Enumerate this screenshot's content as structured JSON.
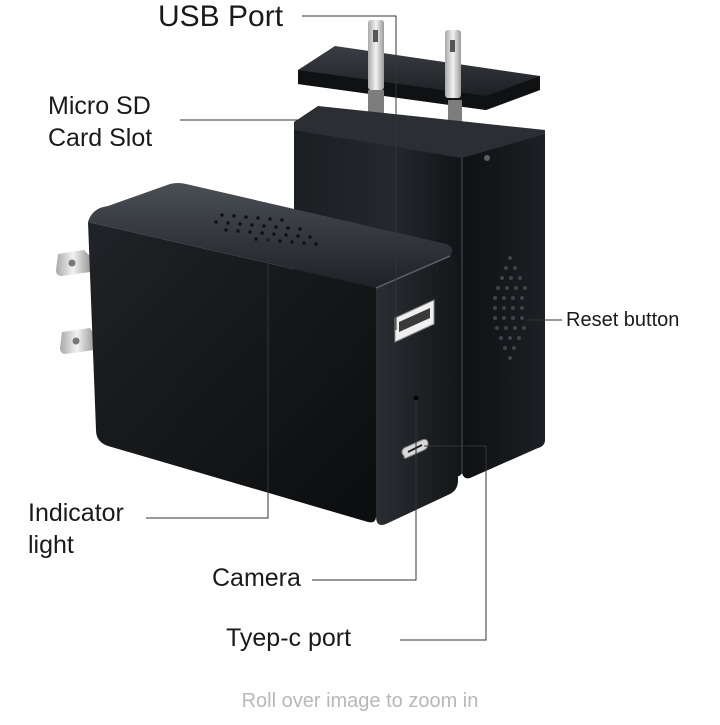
{
  "labels": {
    "usb_port": "USB Port",
    "micro_sd_line1": "Micro SD",
    "micro_sd_line2": "Card Slot",
    "reset_button": "Reset button",
    "indicator_line1": "Indicator",
    "indicator_line2": "light",
    "camera": "Camera",
    "type_c_port": "Tyep-c port"
  },
  "zoom_hint": "Roll over image to zoom in",
  "colors": {
    "device_body": "#17191c",
    "device_edge": "#2e3237",
    "prong_metal": "#d8d8d8",
    "leader_line": "#333333",
    "hint_text": "#b8b8b8"
  }
}
